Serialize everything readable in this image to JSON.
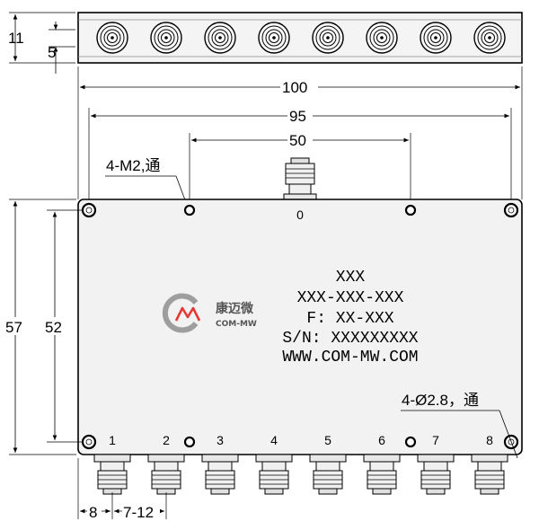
{
  "dimensions": {
    "top_height": "11",
    "top_inner": "5",
    "overall_width": "100",
    "hole_spacing_wide": "95",
    "hole_spacing_inner": "50",
    "overall_height": "57",
    "hole_spacing_vertical": "52",
    "edge_offset": "8",
    "port_pitch": "7-12"
  },
  "callouts": {
    "m2_holes": "4-M2,通",
    "mount_holes": "4-Ø2.8，通"
  },
  "ports": {
    "input": "0",
    "outputs": [
      "1",
      "2",
      "3",
      "4",
      "5",
      "6",
      "7",
      "8"
    ]
  },
  "label": {
    "line1": "XXX",
    "line2": "XXX-XXX-XXX",
    "line3": "F: XX-XXX",
    "line4": "S/N: XXXXXXXXX",
    "line5": "WWW.COM-MW.COM"
  },
  "logo": {
    "mark": "MW",
    "cn_name": "康迈微",
    "en_name": "COM-MW",
    "color": "#e53935"
  }
}
